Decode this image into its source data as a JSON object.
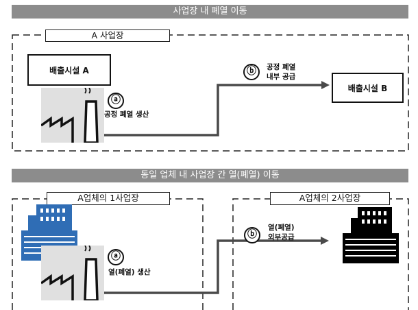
{
  "section1": {
    "banner": "사업장 내 폐열 이동",
    "site_label": "A 사업장",
    "facility_a": "배출시설 A",
    "facility_b": "배출시설 B",
    "step_a_marker": "ⓐ",
    "step_a_label": "공정 폐열 생산",
    "step_b_marker": "ⓑ",
    "step_b_label_line1": "공정 폐열",
    "step_b_label_line2": "내부 공급"
  },
  "section2": {
    "banner": "동일 업체 내 사업장 간 열(폐열) 이동",
    "site1_label": "A업체의 1사업장",
    "site2_label": "A업체의 2사업장",
    "step_a_marker": "ⓐ",
    "step_a_label": "열(폐열) 생산",
    "step_b_marker": "ⓑ",
    "step_b_label_line1": "열(폐열)",
    "step_b_label_line2": "외부공급"
  },
  "colors": {
    "banner": "#8c8c8c",
    "factory_fill": "#e0e0e0",
    "building_blue": "#2f6db5",
    "building_black": "#000000",
    "flow_line": "#4a4a4a"
  },
  "icons": [
    "factory-icon",
    "blue-building-icon",
    "black-building-icon"
  ]
}
